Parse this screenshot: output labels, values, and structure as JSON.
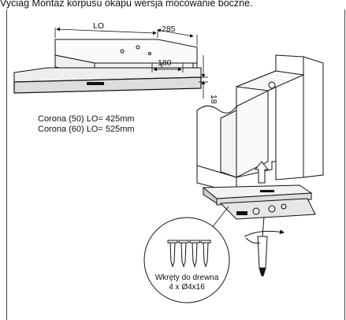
{
  "caption": "Vyciag Montaz korpusu okapu wersja mocowanie boczne.",
  "specs": [
    "Corona (50)  LO= 425mm",
    "Corona (60)  LO= 525mm"
  ],
  "dimensions": {
    "width_label": "LO",
    "depth_label": "285",
    "inner_label": "180",
    "height_label": "18"
  },
  "screws": {
    "label_line1": "Wkręty do drewna",
    "label_line2": "4 x Ø4x16"
  }
}
